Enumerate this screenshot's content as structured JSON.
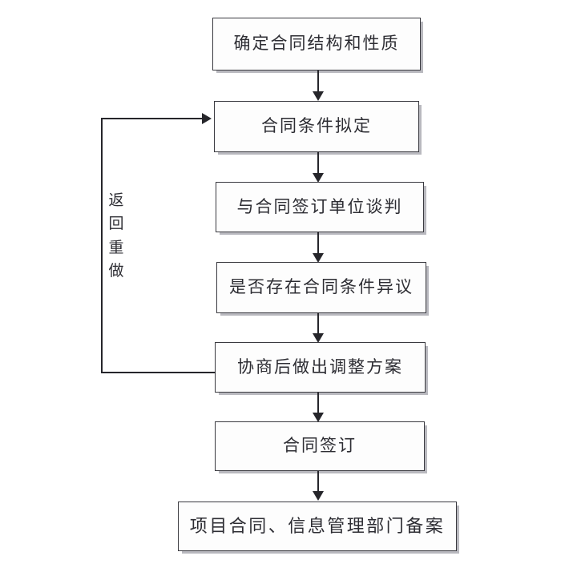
{
  "diagram": {
    "type": "flowchart",
    "orientation": "vertical",
    "title": "",
    "nodes": [
      {
        "id": "n1",
        "label": "确定合同结构和性质"
      },
      {
        "id": "n2",
        "label": "合同条件拟定"
      },
      {
        "id": "n3",
        "label": "与合同签订单位谈判"
      },
      {
        "id": "n4",
        "label": "是否存在合同条件异议"
      },
      {
        "id": "n5",
        "label": "协商后做出调整方案"
      },
      {
        "id": "n6",
        "label": "合同签订"
      },
      {
        "id": "n7",
        "label": "项目合同、信息管理部门备案"
      }
    ],
    "edges": [
      {
        "from": "n1",
        "to": "n2",
        "label": ""
      },
      {
        "from": "n2",
        "to": "n3",
        "label": ""
      },
      {
        "from": "n3",
        "to": "n4",
        "label": ""
      },
      {
        "from": "n4",
        "to": "n5",
        "label": ""
      },
      {
        "from": "n5",
        "to": "n6",
        "label": ""
      },
      {
        "from": "n6",
        "to": "n7",
        "label": ""
      },
      {
        "from": "n5",
        "to": "n2",
        "label": "返回重做"
      }
    ],
    "loop_label_chars": [
      "返",
      "回",
      "重",
      "做"
    ],
    "colors": {
      "box_border": "#3a3a40",
      "box_fill": "#fdfdfd",
      "box_shadow": "#b9b9bf",
      "connector": "#26262b",
      "text": "#2d2d33",
      "background": "#ffffff"
    }
  }
}
